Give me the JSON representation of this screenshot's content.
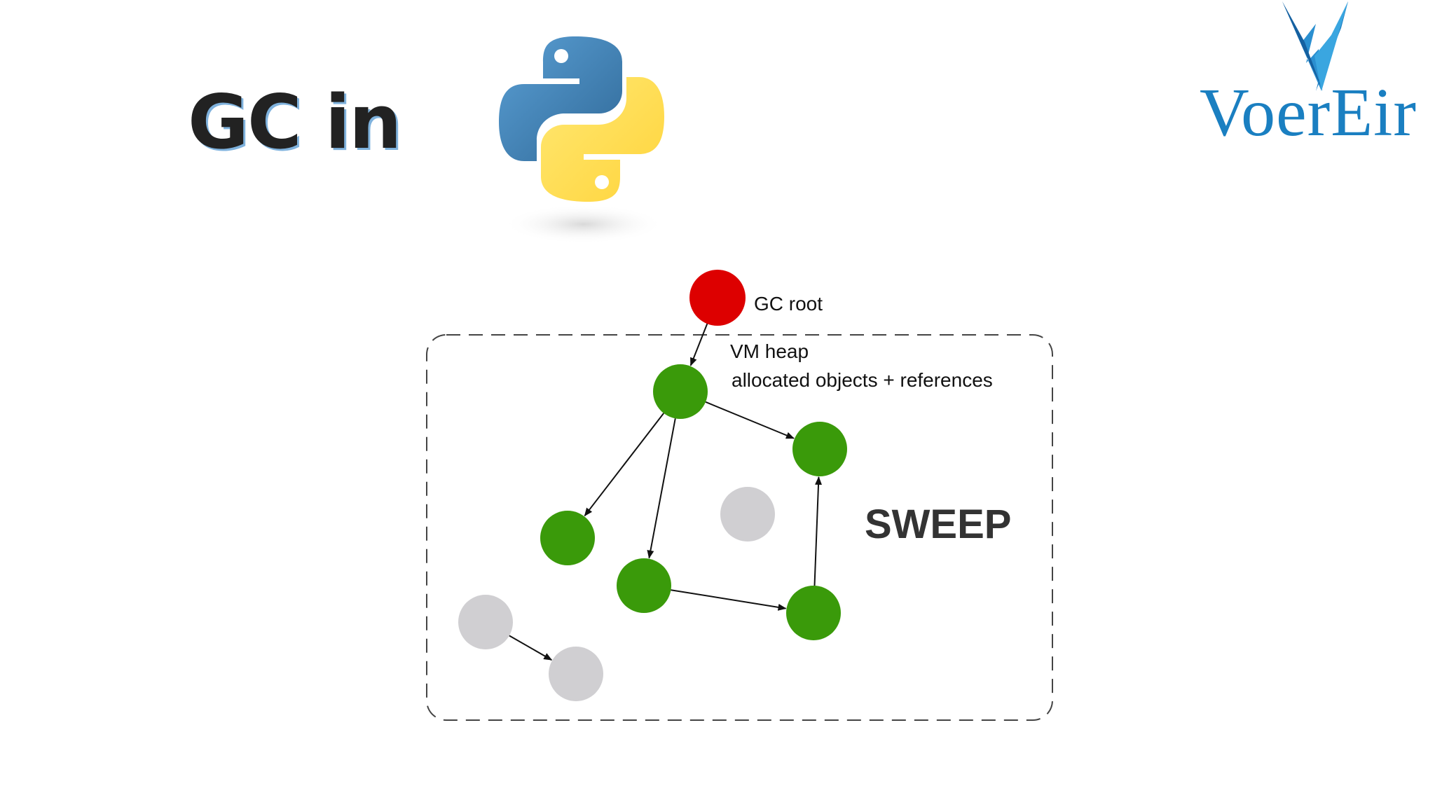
{
  "slide": {
    "title": "GC in",
    "python_logo_icon": "python-logo-icon",
    "brand": {
      "name": "VoerEir",
      "color": "#1a7fc1"
    }
  },
  "diagram": {
    "gc_root_label": "GC root",
    "heap_label_line1": "VM heap",
    "heap_label_line2": "allocated objects + references",
    "phase_label": "SWEEP",
    "colors": {
      "root": "#dd0000",
      "reachable": "#3a9a0a",
      "unreachable": "#d0cfd2"
    },
    "nodes": [
      {
        "id": "root",
        "kind": "root"
      },
      {
        "id": "a",
        "kind": "reachable"
      },
      {
        "id": "b",
        "kind": "reachable"
      },
      {
        "id": "c",
        "kind": "reachable"
      },
      {
        "id": "d",
        "kind": "reachable"
      },
      {
        "id": "e",
        "kind": "reachable"
      },
      {
        "id": "f",
        "kind": "unreachable"
      },
      {
        "id": "g",
        "kind": "unreachable"
      },
      {
        "id": "h",
        "kind": "unreachable"
      }
    ],
    "edges": [
      {
        "from": "root",
        "to": "a"
      },
      {
        "from": "a",
        "to": "b"
      },
      {
        "from": "a",
        "to": "c"
      },
      {
        "from": "a",
        "to": "d"
      },
      {
        "from": "d",
        "to": "e"
      },
      {
        "from": "e",
        "to": "b"
      },
      {
        "from": "g",
        "to": "h"
      }
    ]
  }
}
